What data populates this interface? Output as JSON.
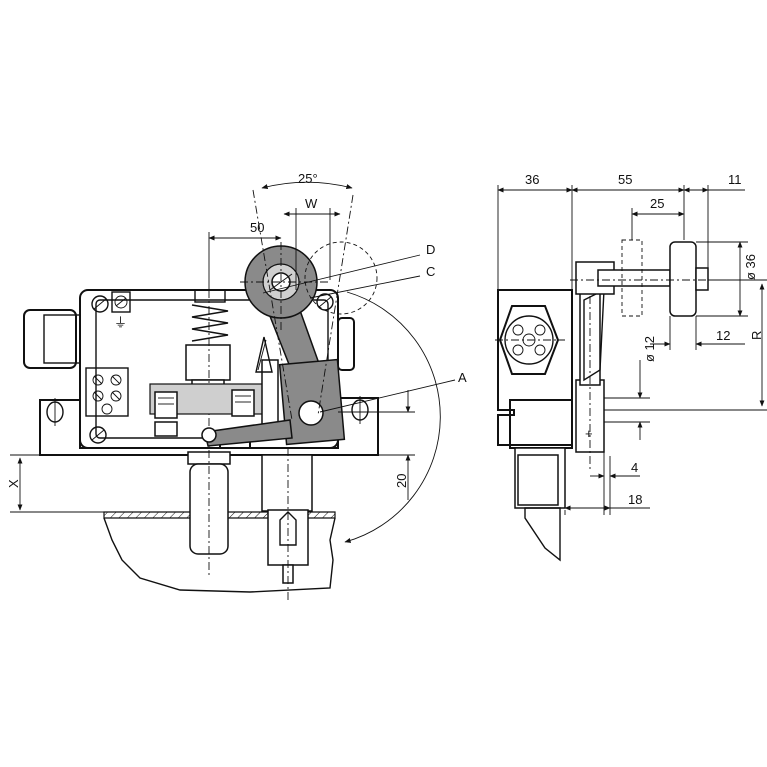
{
  "drawing": {
    "front_view": {
      "angle_label": "25°",
      "width_label_50": "50",
      "width_label_w": "W",
      "callout_d": "D",
      "callout_c": "C",
      "callout_a": "A",
      "height_20": "20",
      "offset_x": "X"
    },
    "side_view": {
      "dim_36": "36",
      "dim_55": "55",
      "dim_11": "11",
      "dim_25": "25",
      "dia_36": "ø 36",
      "dim_12": "12",
      "dia_12": "ø 12",
      "radius_r": "R",
      "dim_4": "4",
      "dim_18": "18",
      "plus_mark": "+"
    }
  },
  "colors": {
    "line": "#111111",
    "fill_dark": "#8a8a8a",
    "fill_light": "#cfcfcf",
    "background": "#ffffff"
  }
}
